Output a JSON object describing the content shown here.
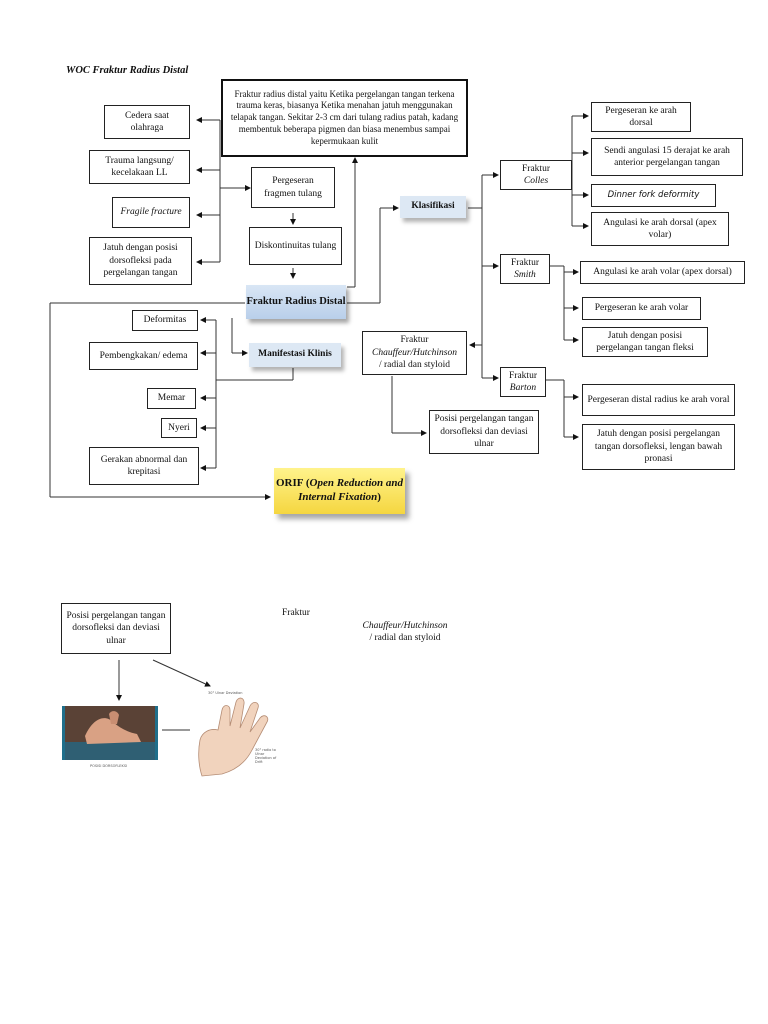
{
  "title": "WOC Fraktur Radius Distal",
  "definition": "Fraktur radius distal yaitu Ketika pergelangan tangan terkena trauma keras, biasanya Ketika menahan jatuh menggunakan telapak tangan. Sekitar 2-3 cm dari tulang radius patah, kadang membentuk beberapa pigmen dan biasa menembus sampai kepermukaan kulit",
  "causes": {
    "c1": "Cedera saat olahraga",
    "c2": "Trauma langsung/ kecelakaan LL",
    "c3": "Fragile fracture",
    "c4": "Jatuh dengan posisi dorsofleksi pada pergelangan tangan"
  },
  "mechanism": {
    "m1": "Pergeseran fragmen tulang",
    "m2": "Diskontinuitas tulang"
  },
  "center": "Fraktur Radius Distal",
  "klasifikasi": "Klasifikasi",
  "manifestasi": "Manifestasi Klinis",
  "symptoms": {
    "s1": "Deformitas",
    "s2": "Pembengkakan/ edema",
    "s3": "Memar",
    "s4": "Nyeri",
    "s5": "Gerakan abnormal dan krepitasi"
  },
  "orif": {
    "prefix": "ORIF (",
    "text": "Open Reduction and Internal Fixation"
  },
  "colles": {
    "word": "Fraktur",
    "name": "Colles",
    "d1": "Pergeseran ke arah dorsal",
    "d2": "Sendi angulasi 15 derajat ke arah anterior pergelangan tangan",
    "d3": "Dinner fork deformity",
    "d4": "Angulasi ke arah dorsal (apex volar)"
  },
  "smith": {
    "word": "Fraktur",
    "name": "Smith",
    "d1": "Angulasi ke arah volar (apex dorsal)",
    "d2": "Pergeseran ke arah volar",
    "d3": "Jatuh dengan posisi pergelangan tangan fleksi"
  },
  "barton": {
    "word": "Fraktur",
    "name": "Barton",
    "d1": "Pergeseran distal radius ke arah voral",
    "d2": "Jatuh dengan posisi pergelangan tangan dorsofleksi, lengan bawah pronasi"
  },
  "chauffeur": {
    "word": "Fraktur",
    "name": "Chauffeur/Hutchinson",
    "suffix": "/ radial dan styloid",
    "d1": "Posisi pergelangan tangan dorsofleksi dan deviasi ulnar"
  },
  "lower": {
    "box": "Posisi pergelangan tangan dorsofleksi dan deviasi ulnar",
    "word": "Fraktur",
    "name": "Chauffeur/Hutchinson",
    "suffix": "/ radial dan styloid",
    "photo_caption": "POSISI DORSOFLEKSI",
    "hand_label1": "30° Ulnar Deviation",
    "hand_label2": "30° radio to Ulnar Deviation of Drift"
  }
}
